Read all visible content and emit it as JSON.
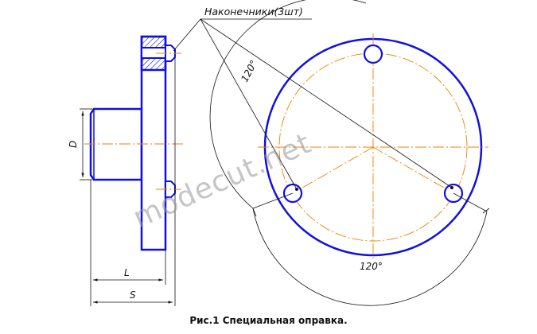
{
  "labels": {
    "tips_note": "Наконечники(3шт)",
    "angle_top": "120°",
    "angle_bottom": "120°",
    "dim_diameter": "D",
    "dim_length_l": "L",
    "dim_length_s": "S"
  },
  "caption": "Рис.1 Специальная оправка.",
  "watermark": "modecut.net",
  "colors": {
    "outline": "#1010e0",
    "center_line": "#f08000",
    "dimension": "#111111",
    "hatch": "#1010e0"
  }
}
